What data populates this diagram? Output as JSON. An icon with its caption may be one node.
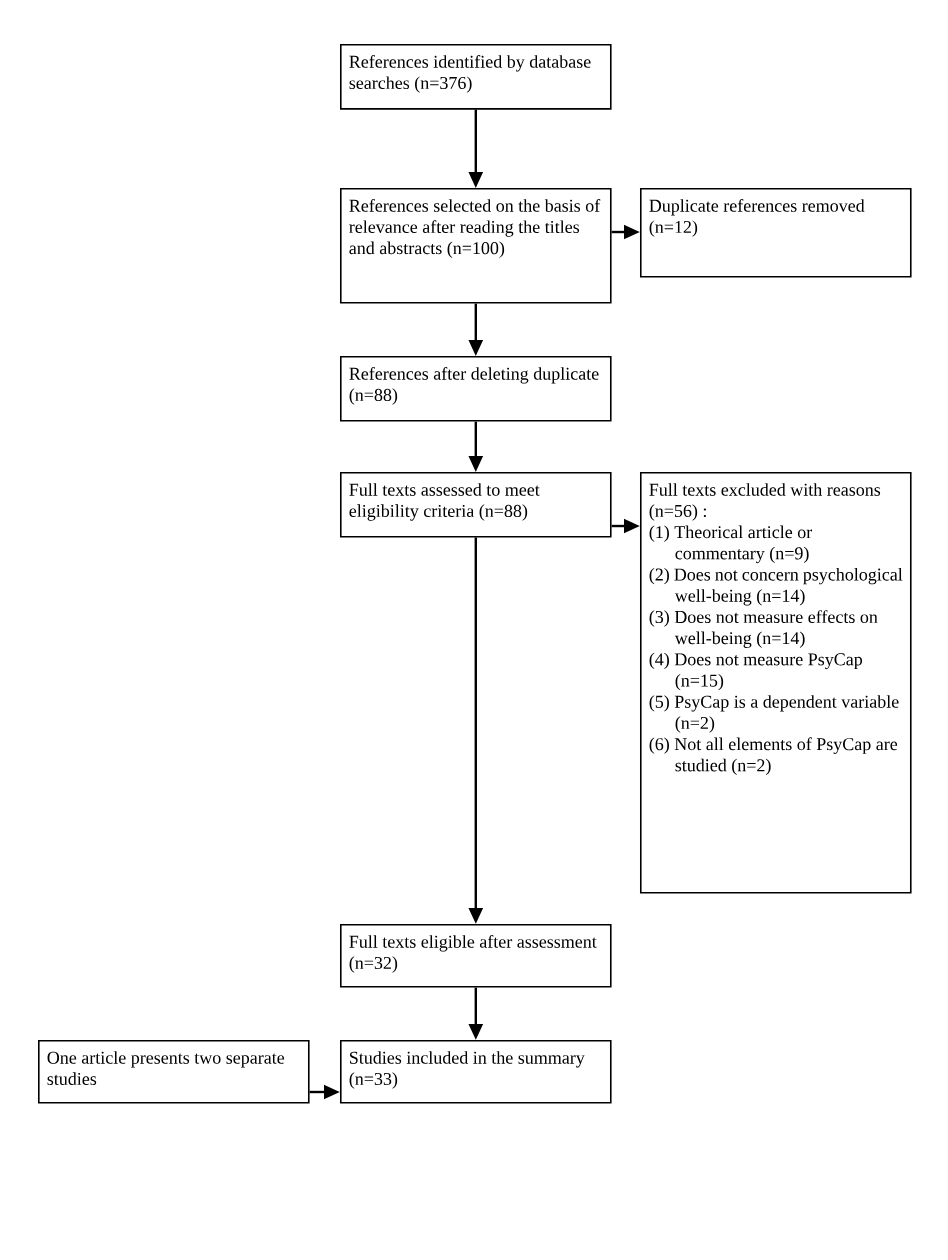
{
  "diagram": {
    "nodes": [
      {
        "text": [
          "References identified by database searches (n=376)"
        ]
      },
      {
        "text": [
          "References selected on the basis of relevance after reading the titles and abstracts (n=100)"
        ]
      },
      {
        "text": [
          "Duplicate references removed (n=12)"
        ]
      },
      {
        "text": [
          "References after deleting duplicate (n=88)"
        ]
      },
      {
        "text": [
          "Full texts assessed to meet eligibility criteria (n=88)"
        ]
      },
      {
        "text": [
          "Full texts excluded with reasons (n=56) :",
          "(1) Theorical article or commentary (n=9)",
          "(2) Does not concern psychological well-being (n=14)",
          "(3) Does not measure effects on well-being (n=14)",
          "(4) Does not measure PsyCap (n=15)",
          "(5) PsyCap is a dependent variable (n=2)",
          "(6) Not all elements of PsyCap are studied (n=2)"
        ]
      },
      {
        "text": [
          "Full texts eligible after assessment (n=32)"
        ]
      },
      {
        "text": [
          "Studies included in the summary (n=33)"
        ]
      },
      {
        "text": [
          "One article presents two separate studies"
        ]
      }
    ],
    "edges": [
      {
        "from": 0,
        "to": 1,
        "arrow": "to"
      },
      {
        "from": 1,
        "to": 2,
        "arrow": "to"
      },
      {
        "from": 1,
        "to": 3,
        "arrow": "to"
      },
      {
        "from": 3,
        "to": 4,
        "arrow": "to"
      },
      {
        "from": 4,
        "to": 5,
        "arrow": "to"
      },
      {
        "from": 4,
        "to": 6,
        "arrow": "to"
      },
      {
        "from": 6,
        "to": 7,
        "arrow": "to"
      },
      {
        "from": 8,
        "to": 7,
        "arrow": "to"
      }
    ]
  }
}
